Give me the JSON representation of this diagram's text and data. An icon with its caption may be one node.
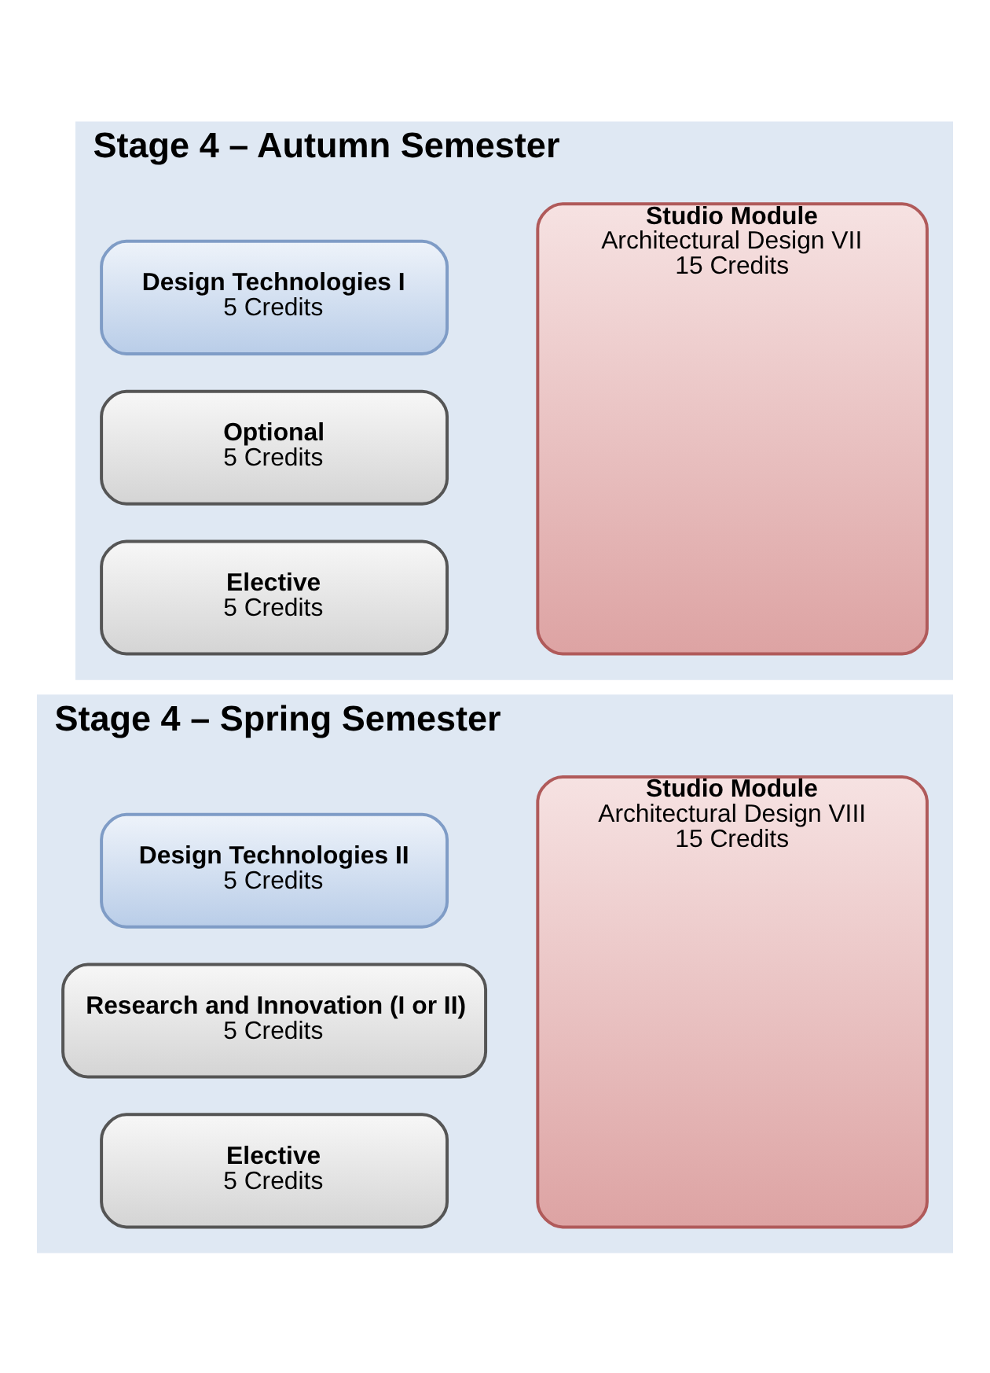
{
  "diagram": {
    "nodes": [
      {
        "text": [
          "Stage 4 – Autumn Semester"
        ]
      },
      {
        "text": [
          "Design Technologies I",
          "5 Credits"
        ],
        "in": 0
      },
      {
        "text": [
          "Optional",
          "5 Credits"
        ],
        "in": 0
      },
      {
        "text": [
          "Elective",
          "5 Credits"
        ],
        "in": 0
      },
      {
        "text": [
          "Studio Module",
          "Architectural Design VII",
          "15 Credits"
        ],
        "in": 0
      },
      {
        "text": [
          "Stage 4 – Spring Semester"
        ]
      },
      {
        "text": [
          "Design Technologies II",
          "5 Credits"
        ],
        "in": 5
      },
      {
        "text": [
          "Research and Innovation (I or II)",
          "5 Credits"
        ],
        "in": 5
      },
      {
        "text": [
          "Elective",
          "5 Credits"
        ],
        "in": 5
      },
      {
        "text": [
          "Studio Module",
          "Architectural Design VIII",
          "15 Credits"
        ],
        "in": 5
      }
    ],
    "edges": []
  }
}
